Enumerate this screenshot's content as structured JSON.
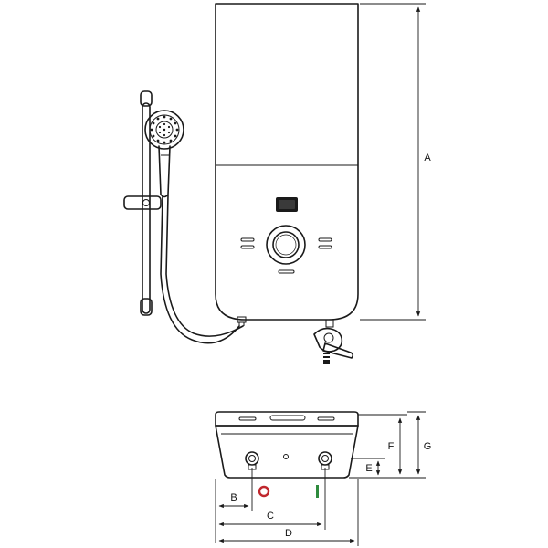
{
  "dimension_labels": {
    "A": "A",
    "B": "B",
    "C": "C",
    "D": "D",
    "E": "E",
    "F": "F",
    "G": "G"
  },
  "colors": {
    "line": "#1a1a1a",
    "hot_marker": "#c0272d",
    "cold_marker": "#2e8b3d",
    "background": "#ffffff"
  }
}
